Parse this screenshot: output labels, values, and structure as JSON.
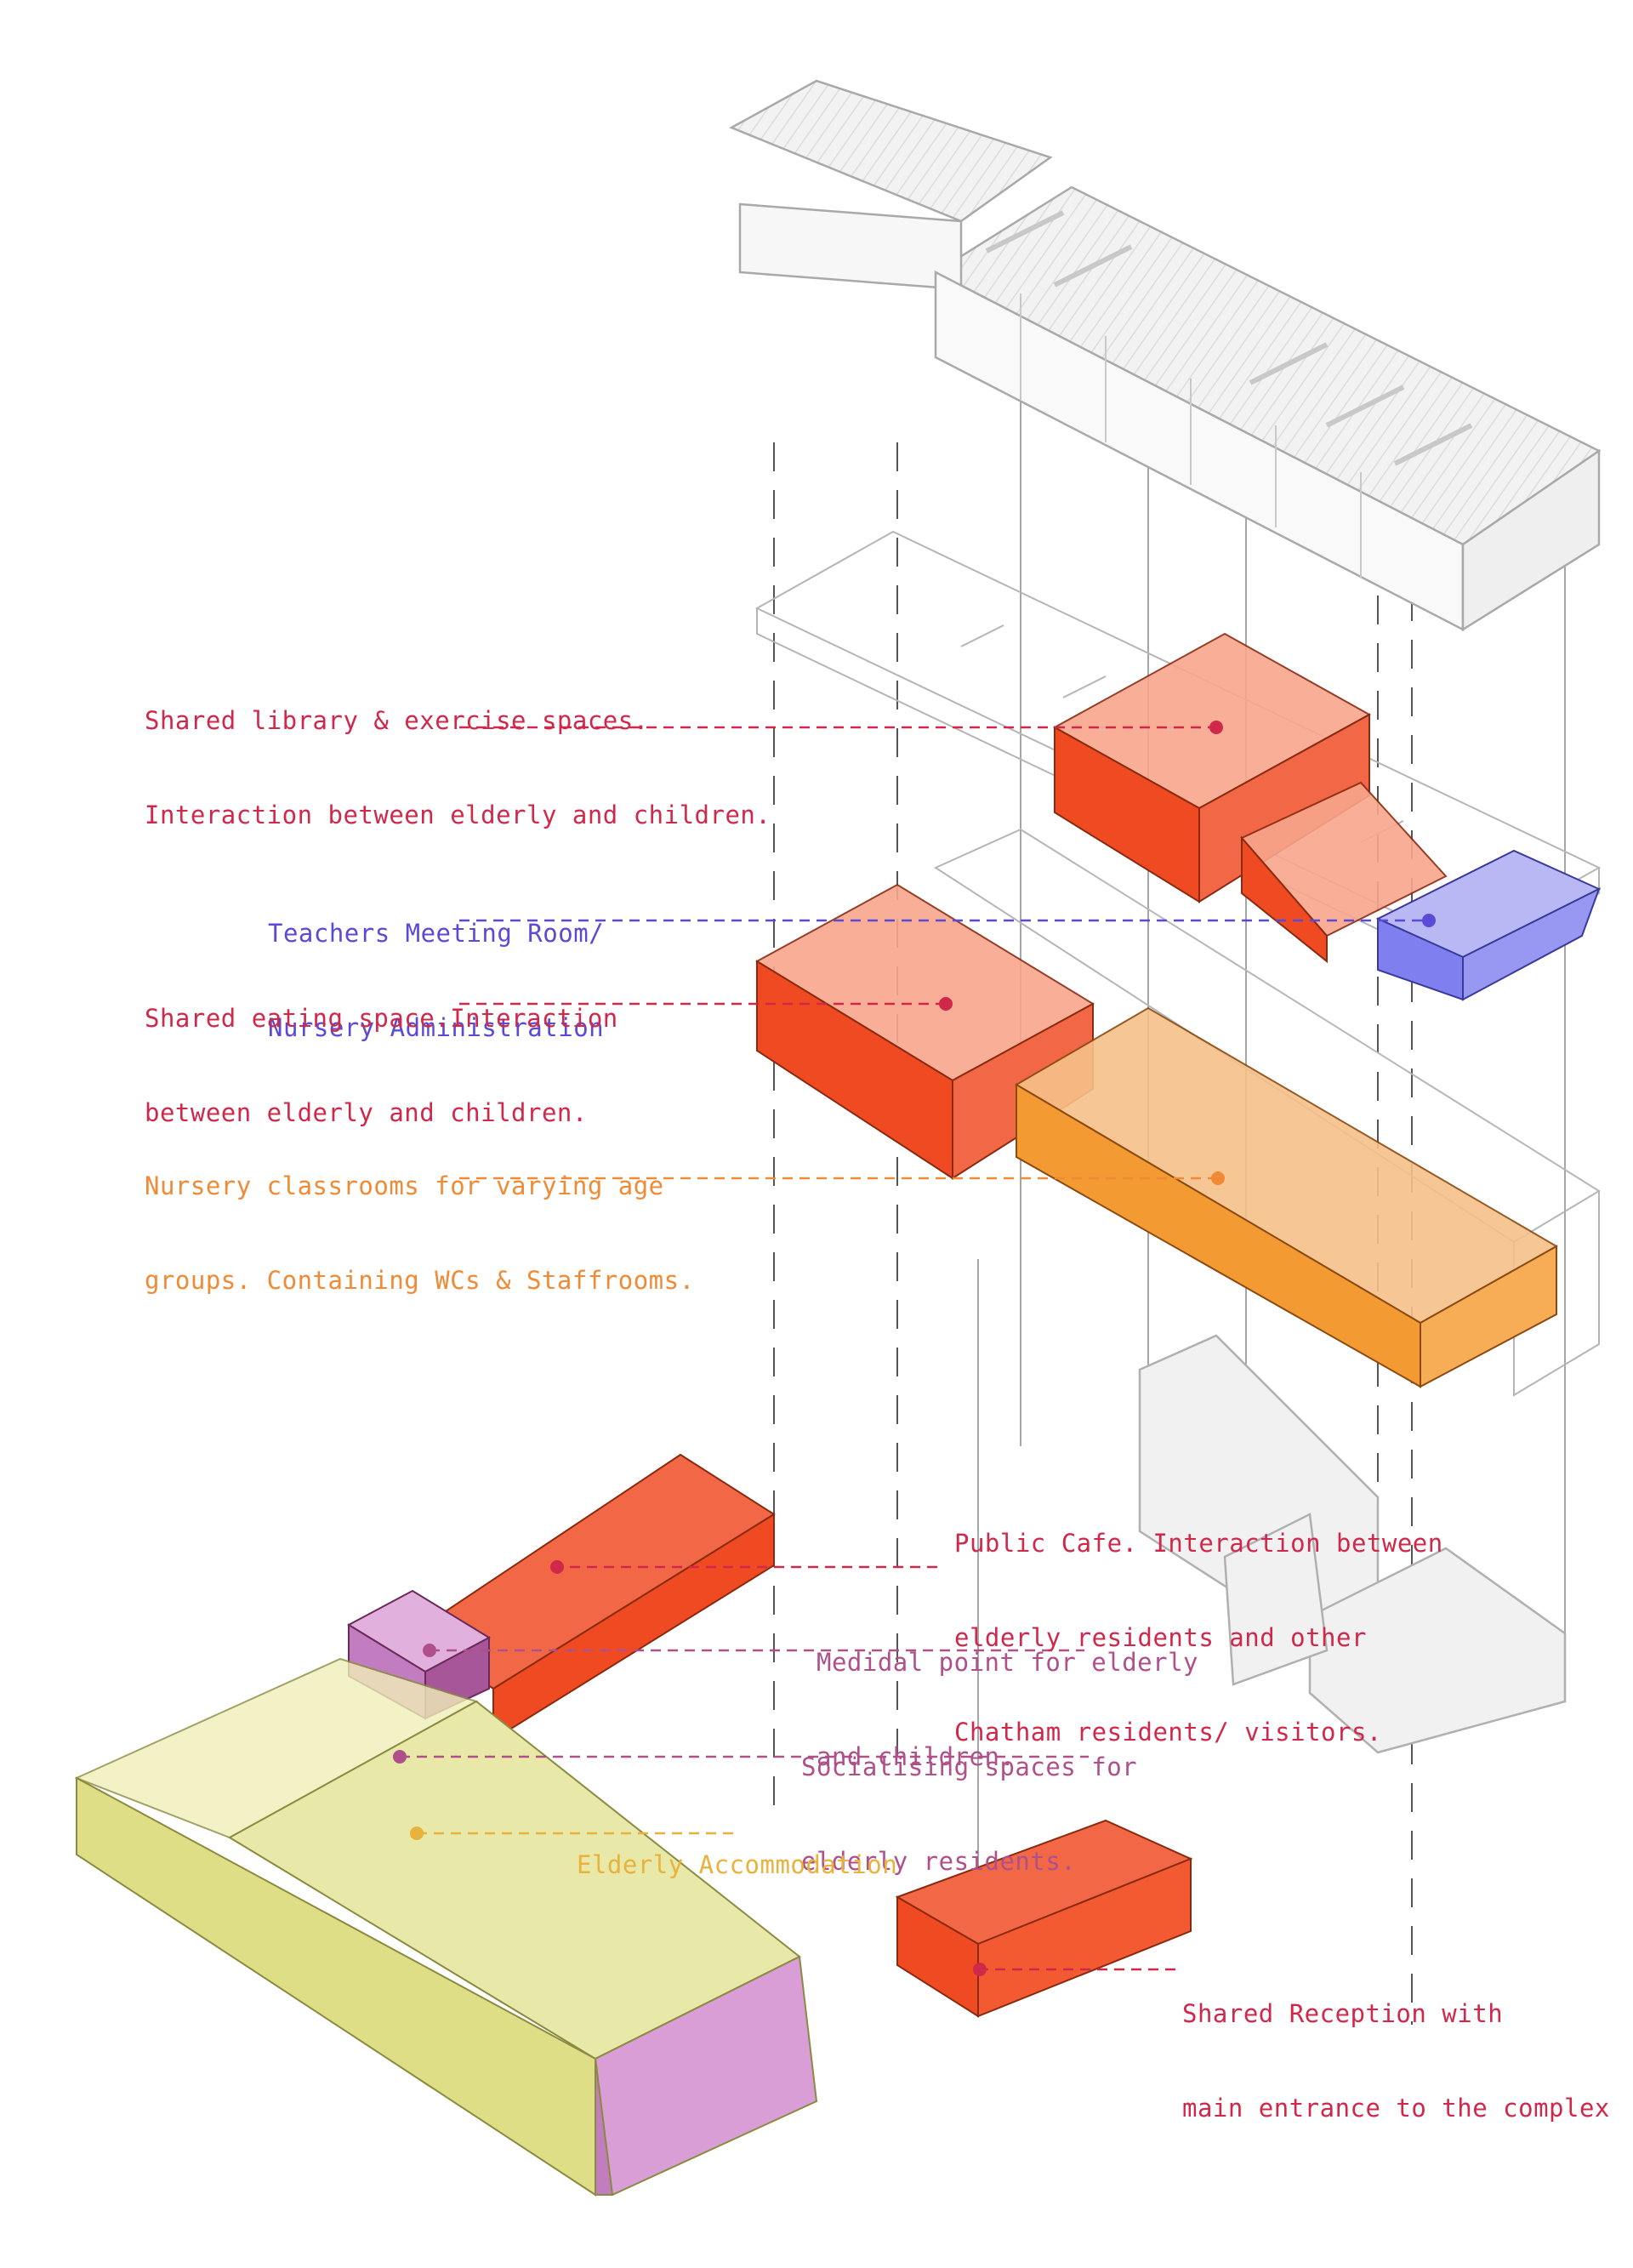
{
  "colors": {
    "red": "#d0284a",
    "purple": "#5b4ad6",
    "orange": "#f08a34",
    "mauve": "#b0508a",
    "gold": "#e8b23c",
    "box_red": "#f04a22",
    "box_orange": "#f49a32",
    "box_violet": "#7f7ff0",
    "box_pink": "#c27cc0",
    "box_yellow": "#dede86",
    "sketch": "#b8b8b8"
  },
  "labels": {
    "library": [
      "Shared library & exercise spaces.",
      "Interaction between elderly and children."
    ],
    "teachers": [
      "Teachers Meeting Room/",
      "Nursery Administration"
    ],
    "eating": [
      "Shared eating space.Interaction",
      "between elderly and children."
    ],
    "nursery": [
      "Nursery classrooms for varying age",
      "groups. Containing WCs & Staffrooms."
    ],
    "cafe": [
      "Public Cafe. Interaction between",
      "elderly residents and other",
      "Chatham residents/ visitors."
    ],
    "medical": [
      "Medidal point for elderly",
      "and children."
    ],
    "socialising": [
      "Socialising spaces for",
      "elderly residents."
    ],
    "accommodation": [
      "Elderly Accommodation"
    ],
    "reception": [
      "Shared Reception with",
      "main entrance to the complex"
    ]
  }
}
